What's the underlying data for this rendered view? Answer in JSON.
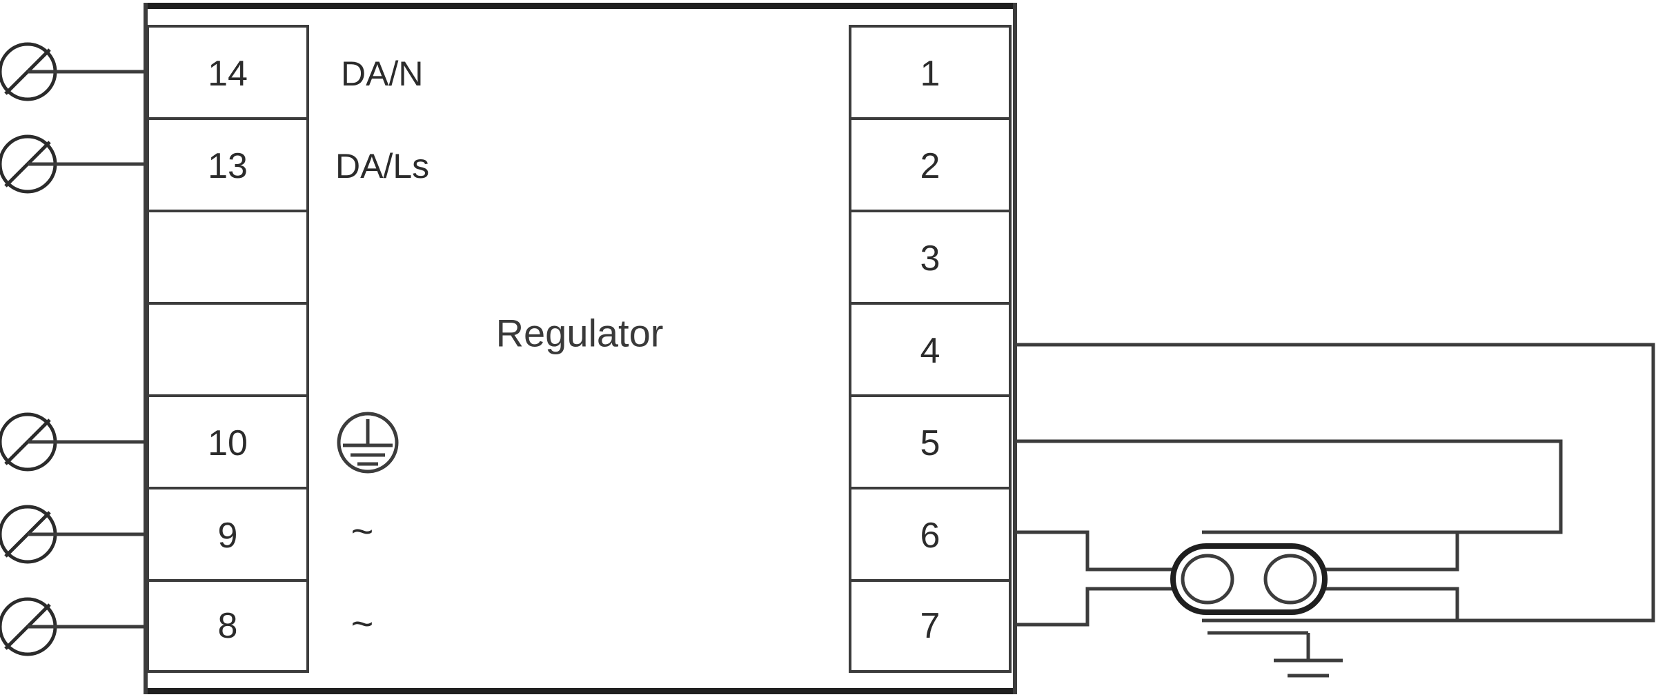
{
  "diagram": {
    "title": "Regulator",
    "device_label": "Regulator",
    "background_color": "#ffffff",
    "line_color": "#3c3c3c",
    "heavy_line_color": "#1f1f1f",
    "text_color": "#2b2b2b"
  },
  "left_terminal_block": {
    "name": "left-terminal-strip",
    "terminals": [
      {
        "number": "14",
        "signal": "DA/N",
        "has_external_wire": true,
        "has_screw_symbol": true
      },
      {
        "number": "13",
        "signal": "DA/Ls",
        "has_external_wire": true,
        "has_screw_symbol": true
      },
      {
        "number": "",
        "signal": "",
        "has_external_wire": false,
        "has_screw_symbol": false
      },
      {
        "number": "",
        "signal": "",
        "has_external_wire": false,
        "has_screw_symbol": false
      },
      {
        "number": "10",
        "signal": "earth",
        "has_external_wire": true,
        "has_screw_symbol": true
      },
      {
        "number": "9",
        "signal": "~",
        "has_external_wire": true,
        "has_screw_symbol": true
      },
      {
        "number": "8",
        "signal": "~",
        "has_external_wire": true,
        "has_screw_symbol": true
      }
    ]
  },
  "right_terminal_block": {
    "name": "right-terminal-strip",
    "terminals": [
      {
        "number": "1",
        "has_external_wire": false
      },
      {
        "number": "2",
        "has_external_wire": false
      },
      {
        "number": "3",
        "has_external_wire": false
      },
      {
        "number": "4",
        "has_external_wire": true
      },
      {
        "number": "5",
        "has_external_wire": true
      },
      {
        "number": "6",
        "has_external_wire": true
      },
      {
        "number": "7",
        "has_external_wire": true
      }
    ]
  },
  "symbols": {
    "protective_earth": "protective-earth-icon",
    "ac_supply": "~",
    "screw_terminal": "screw-terminal-icon",
    "shielded_cable": "shielded-cable-icon",
    "shield_ground": "shield-ground-icon"
  },
  "signals": {
    "da_n": "DA/N",
    "da_ls": "DA/Ls",
    "ac_1": "~",
    "ac_2": "~"
  }
}
